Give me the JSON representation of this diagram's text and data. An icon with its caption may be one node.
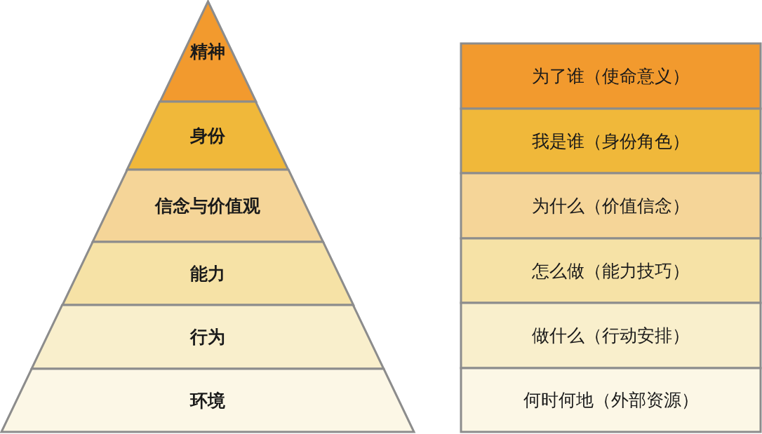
{
  "diagram": {
    "nodes": [
      {
        "text": [
          "精神"
        ]
      },
      {
        "text": [
          "身份"
        ]
      },
      {
        "text": [
          "信念与价值观"
        ]
      },
      {
        "text": [
          "能力"
        ]
      },
      {
        "text": [
          "行为"
        ]
      },
      {
        "text": [
          "环境"
        ]
      },
      {
        "text": [
          "为了谁（使命意义）"
        ]
      },
      {
        "text": [
          "我是谁（身份角色）"
        ]
      },
      {
        "text": [
          "为什么（价值信念）"
        ]
      },
      {
        "text": [
          "怎么做（能力技巧）"
        ]
      },
      {
        "text": [
          "做什么（行动安排）"
        ]
      },
      {
        "text": [
          "何时何地（外部资源）"
        ]
      }
    ]
  }
}
